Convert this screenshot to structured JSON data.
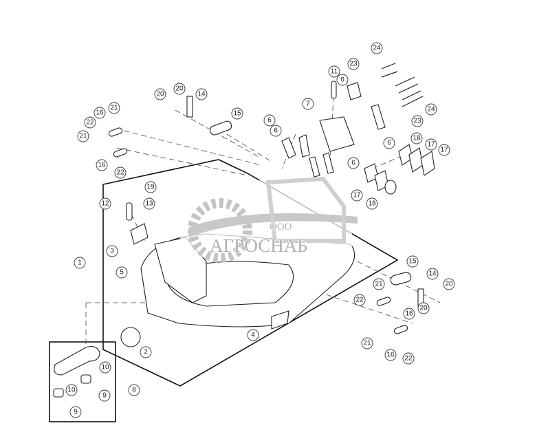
{
  "diagram": {
    "callouts": [
      "24",
      "11",
      "23",
      "6",
      "20",
      "20",
      "14",
      "7",
      "15",
      "16",
      "21",
      "22",
      "6",
      "6",
      "24",
      "23",
      "21",
      "18",
      "17",
      "17",
      "6",
      "6",
      "16",
      "22",
      "19",
      "17",
      "18",
      "13",
      "12",
      "3",
      "5",
      "1",
      "15",
      "14",
      "20",
      "21",
      "22",
      "16",
      "20",
      "4",
      "2",
      "21",
      "16",
      "22",
      "10",
      "10",
      "9",
      "8",
      "9"
    ],
    "colors": {
      "line": "#222222",
      "watermark": "#bbbbbb",
      "background": "#ffffff"
    }
  },
  "watermark": {
    "prefix": "ООО",
    "name": "АГРОСНАБ"
  }
}
